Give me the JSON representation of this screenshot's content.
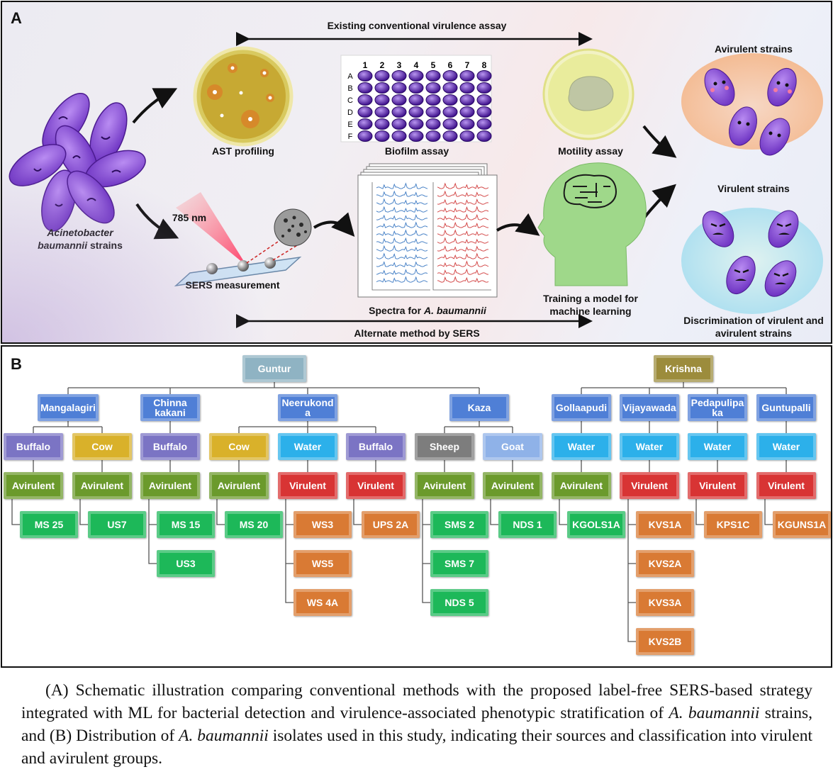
{
  "panel_a": {
    "label": "A",
    "conventional_arrow_label": "Existing conventional virulence assay",
    "alternate_arrow_label": "Alternate method by SERS",
    "bacteria_label_italic": "Acinetobacter baumannii",
    "bacteria_label_rest": " strains",
    "ast_label": "AST profiling",
    "biofilm_label": "Biofilm assay",
    "biofilm_cols": [
      "1",
      "2",
      "3",
      "4",
      "5",
      "6",
      "7",
      "8"
    ],
    "biofilm_rows": [
      "A",
      "B",
      "C",
      "D",
      "E",
      "F"
    ],
    "motility_label": "Motility assay",
    "laser_label": "785 nm",
    "sers_label": "SERS measurement",
    "spectra_label_prefix": "Spectra for ",
    "spectra_label_italic": "A. baumannii",
    "ml_label": "Training a model for machine learning",
    "avirulent_label": "Avirulent strains",
    "virulent_label": "Virulent strains",
    "discrimination_label": "Discrimination of virulent and avirulent strains"
  },
  "panel_b": {
    "label": "B",
    "guntur": "Guntur",
    "krishna": "Krishna",
    "cities": {
      "mangalagiri": "Mangalagiri",
      "chinna_kakani": "Chinna kakani",
      "neerukonda": "Neerukond a",
      "kaza": "Kaza",
      "gollaapudi": "Gollaapudi",
      "vijayawada": "Vijayawada",
      "pedapulipaka": "Pedapulipa ka",
      "guntupalli": "Guntupalli"
    },
    "sources": {
      "buffalo": "Buffalo",
      "cow": "Cow",
      "water": "Water",
      "sheep": "Sheep",
      "goat": "Goat"
    },
    "groups": {
      "avirulent": "Avirulent",
      "virulent": "Virulent"
    },
    "isolates": {
      "ms25": "MS 25",
      "us7": "US7",
      "ms15": "MS 15",
      "us3": "US3",
      "ms20": "MS 20",
      "ws3": "WS3",
      "ws5": "WS5",
      "ws4a": "WS 4A",
      "ups2a": "UPS 2A",
      "sms2": "SMS 2",
      "sms7": "SMS 7",
      "nds5": "NDS 5",
      "nds1": "NDS 1",
      "kgols1a": "KGOLS1A",
      "kvs1a": "KVS1A",
      "kvs2a": "KVS2A",
      "kvs3a": "KVS3A",
      "kvs2b": "KVS2B",
      "kps1c": "KPS1C",
      "kguns1a": "KGUNS1A"
    }
  },
  "caption": {
    "p1": "(A) Schematic illustration comparing conventional methods with the proposed label-free SERS-based strategy integrated with ML for bacterial detection and virulence-associated phenotypic stratification of ",
    "i1": "A. baumannii",
    "p2": " strains, and (B) Distribution of ",
    "i2": "A. baumannii",
    "p3": " isolates used in this study, indicating their sources and classification into virulent and avirulent groups."
  },
  "colors": {
    "bacteria": "#8a4fd4",
    "agar_ast": "#c7a933",
    "agar_motility": "#e9ec9c",
    "spectra_blue": "#3a78c2",
    "spectra_red": "#d03a3a",
    "head": "#9fd88a"
  }
}
